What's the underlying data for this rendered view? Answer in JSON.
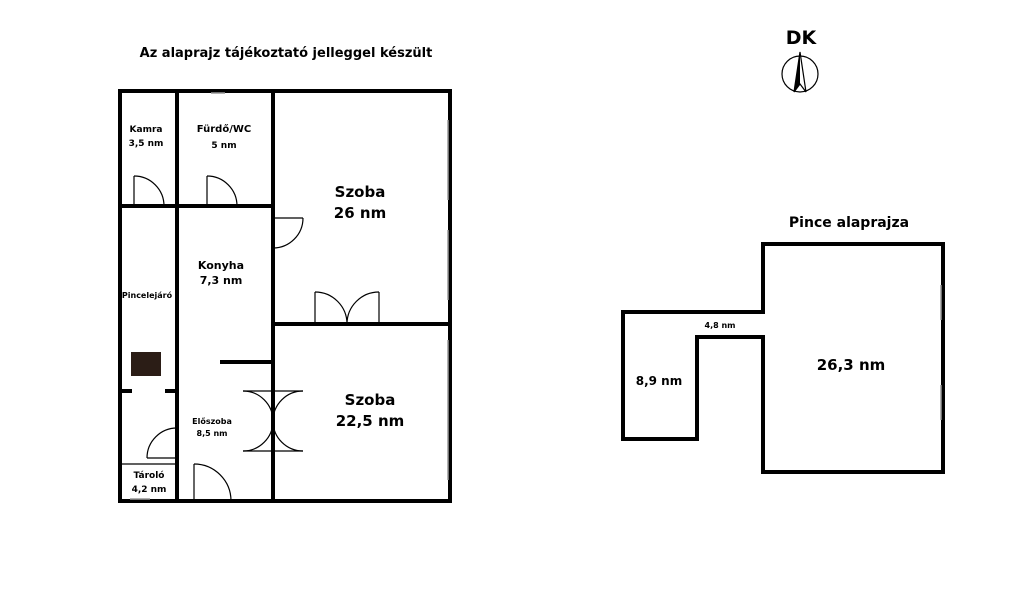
{
  "main_title": "Az alaprajz tájékoztató jelleggel készült",
  "orientation": {
    "label": "DK",
    "icon": "compass-icon"
  },
  "ground_floor": {
    "rooms": {
      "kamra": {
        "name": "Kamra",
        "area": "3,5 nm"
      },
      "furdo": {
        "name": "Fürdő/WC",
        "area": "5 nm"
      },
      "szoba1": {
        "name": "Szoba",
        "area": "26 nm"
      },
      "pincelejaro": {
        "name": "Pincelejáró"
      },
      "konyha": {
        "name": "Konyha",
        "area": "7,3 nm"
      },
      "eloszoba": {
        "name": "Előszoba",
        "area": "8,5 nm"
      },
      "szoba2": {
        "name": "Szoba",
        "area": "22,5 nm"
      },
      "tarolo": {
        "name": "Tároló",
        "area": "4,2 nm"
      }
    }
  },
  "basement": {
    "title": "Pince alaprajza",
    "rooms": {
      "small": {
        "area": "8,9 nm"
      },
      "corridor": {
        "area": "4,8 nm"
      },
      "large": {
        "area": "26,3 nm"
      }
    }
  }
}
